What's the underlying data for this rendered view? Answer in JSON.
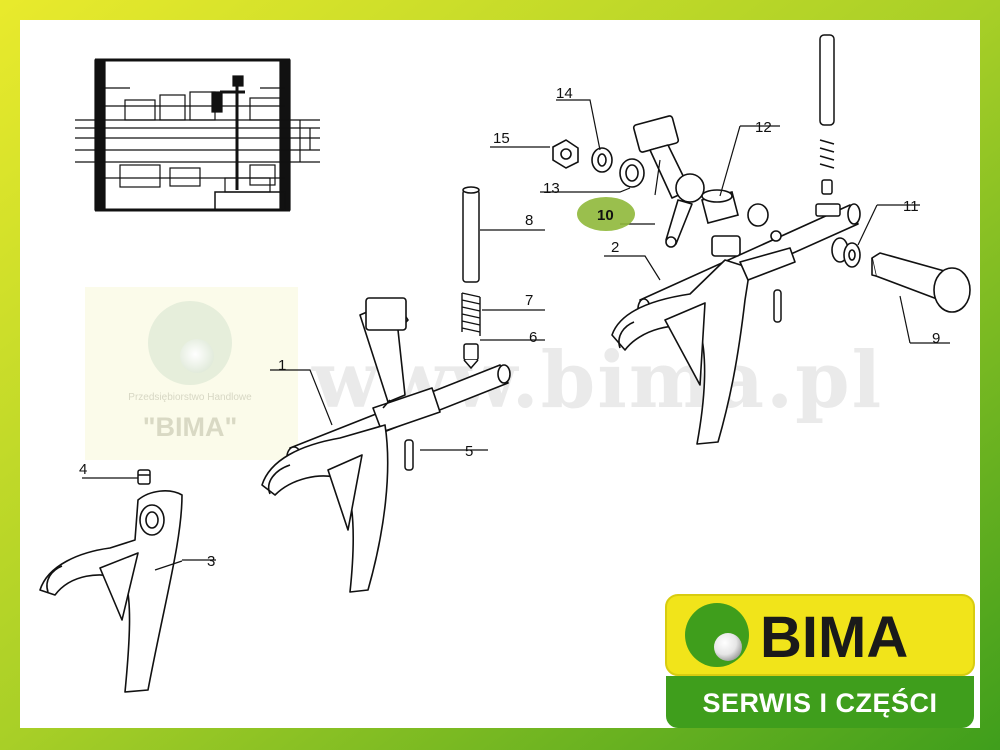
{
  "watermark": {
    "url": "www.bima.pl",
    "company_line": "Przedsiębiorstwo Handlowe",
    "company_name": "\"BIMA\""
  },
  "logo": {
    "brand": "BIMA",
    "tagline": "SERWIS I CZĘŚCI"
  },
  "parts": [
    {
      "id": "1",
      "label": "1"
    },
    {
      "id": "2",
      "label": "2"
    },
    {
      "id": "3",
      "label": "3"
    },
    {
      "id": "4",
      "label": "4"
    },
    {
      "id": "5",
      "label": "5"
    },
    {
      "id": "6",
      "label": "6"
    },
    {
      "id": "7",
      "label": "7"
    },
    {
      "id": "8",
      "label": "8"
    },
    {
      "id": "9",
      "label": "9"
    },
    {
      "id": "10",
      "label": "10",
      "highlighted": true
    },
    {
      "id": "11",
      "label": "11"
    },
    {
      "id": "12",
      "label": "12"
    },
    {
      "id": "13",
      "label": "13"
    },
    {
      "id": "14",
      "label": "14"
    },
    {
      "id": "15",
      "label": "15"
    }
  ],
  "colors": {
    "frame_yellow": "#e8e82a",
    "frame_green": "#3f9e1c",
    "highlight": "#8fb83a",
    "logo_yellow": "#f1e41a",
    "logo_green": "#3f9e1c",
    "line": "#111111"
  }
}
